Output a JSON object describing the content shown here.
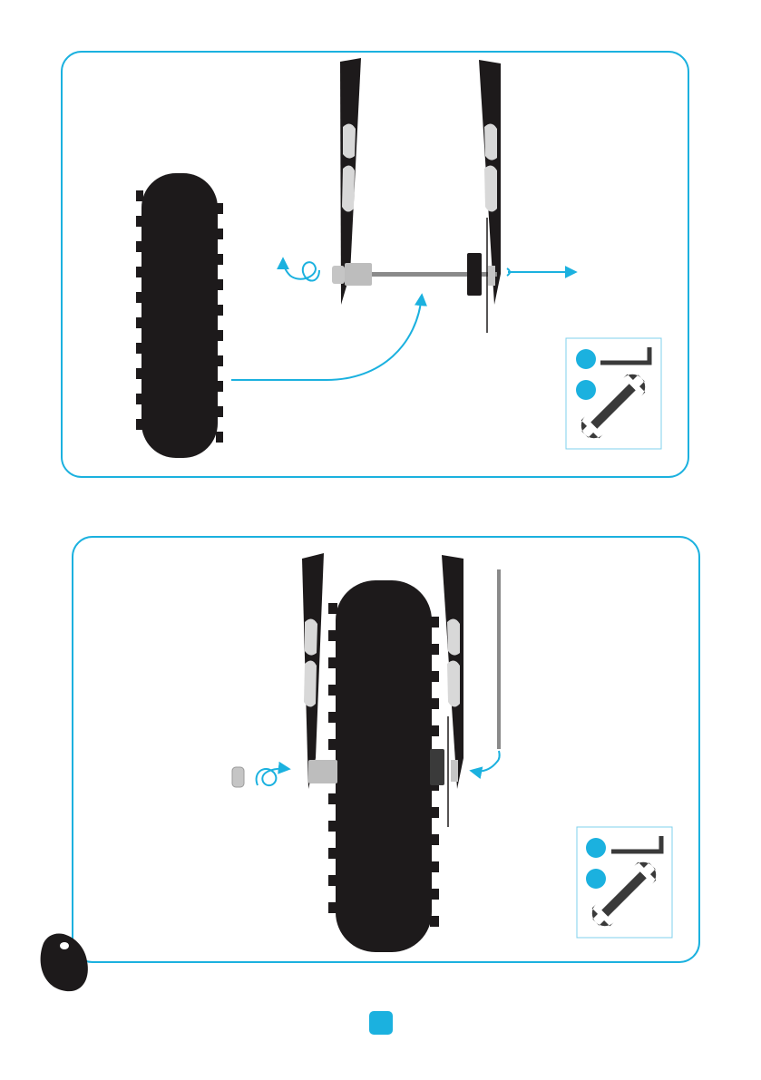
{
  "colors": {
    "accent": "#1bb1df",
    "tire": "#1d1a1b",
    "fork": "#1d1a1b",
    "fork_slot": "#d8d8d8",
    "axle": "#8a8a8a",
    "spacer": "#b9b9b9",
    "frame": "#1bb1df",
    "tool_box_border": "#7fd0ec"
  },
  "steps": [
    {
      "step": "remove-wheel",
      "arrows": [
        "unscrew-axle-bolt",
        "pull-axle-out",
        "insert-wheel"
      ],
      "tools": [
        {
          "number": "",
          "icon": "allen-key-icon"
        },
        {
          "number": "",
          "icon": "wrench-icon"
        }
      ]
    },
    {
      "step": "install-wheel",
      "arrows": [
        "screw-axle-bolt",
        "insert-axle"
      ],
      "tools": [
        {
          "number": "",
          "icon": "allen-key-icon"
        },
        {
          "number": "",
          "icon": "wrench-icon"
        }
      ]
    }
  ],
  "page": {
    "number": ""
  }
}
